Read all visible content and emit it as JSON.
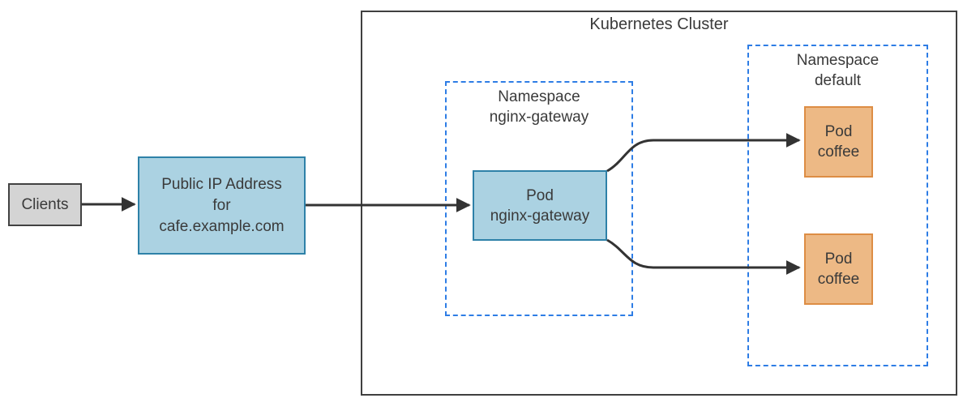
{
  "diagram": {
    "title": "Kubernetes Cluster",
    "colors": {
      "blue_node_fill": "#abd2e2",
      "blue_node_border": "#2e81a8",
      "orange_node_fill": "#edb985",
      "orange_node_border": "#dd8d44",
      "gray_node_fill": "#d4d4d4",
      "gray_node_border": "#424242",
      "namespace_dashed_border": "#2e7de5",
      "cluster_border": "#404040",
      "arrow": "#333333",
      "text": "#3a3a3a"
    },
    "nodes": {
      "clients": {
        "label": "Clients"
      },
      "public_ip": {
        "line1": "Public IP Address",
        "line2": "for",
        "line3": "cafe.example.com"
      },
      "cluster": {
        "title": "Kubernetes Cluster"
      },
      "ns_gateway": {
        "line1": "Namespace",
        "line2": "nginx-gateway"
      },
      "pod_gateway": {
        "line1": "Pod",
        "line2": "nginx-gateway"
      },
      "ns_default": {
        "line1": "Namespace",
        "line2": "default"
      },
      "pod_coffee_1": {
        "line1": "Pod",
        "line2": "coffee"
      },
      "pod_coffee_2": {
        "line1": "Pod",
        "line2": "coffee"
      }
    },
    "edges": [
      {
        "from": "clients",
        "to": "public-ip"
      },
      {
        "from": "public-ip",
        "to": "pod-nginx-gateway"
      },
      {
        "from": "pod-nginx-gateway",
        "to": "pod-coffee-1"
      },
      {
        "from": "pod-nginx-gateway",
        "to": "pod-coffee-2"
      }
    ]
  }
}
